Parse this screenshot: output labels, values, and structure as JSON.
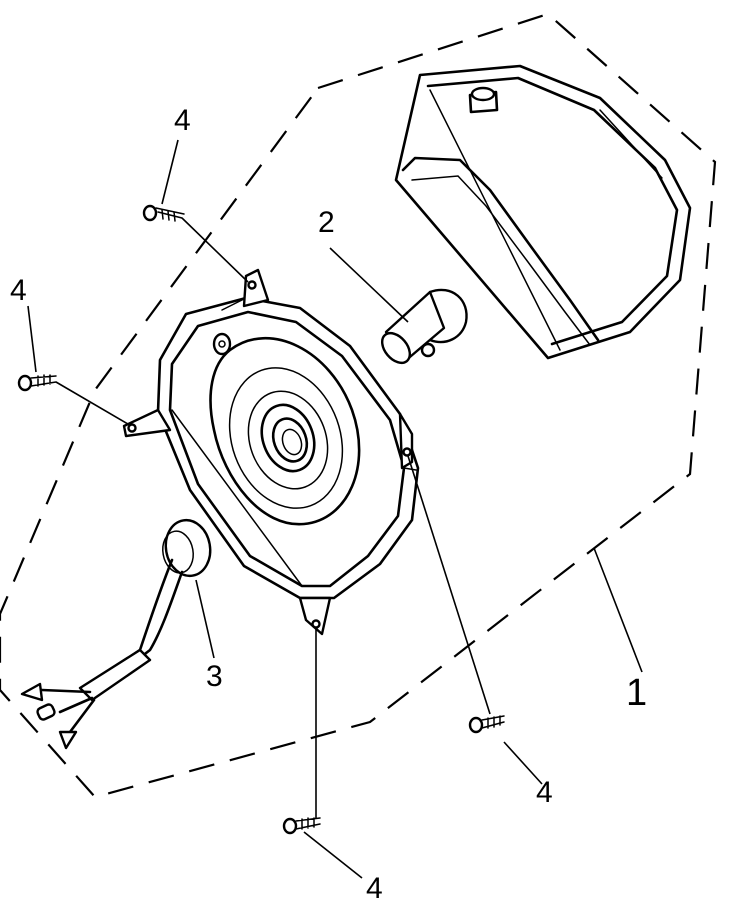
{
  "callouts": {
    "assembly": "1",
    "bulb": "2",
    "socket": "3",
    "screw_top": "4",
    "screw_left": "4",
    "screw_right": "4",
    "screw_bottom": "4"
  }
}
